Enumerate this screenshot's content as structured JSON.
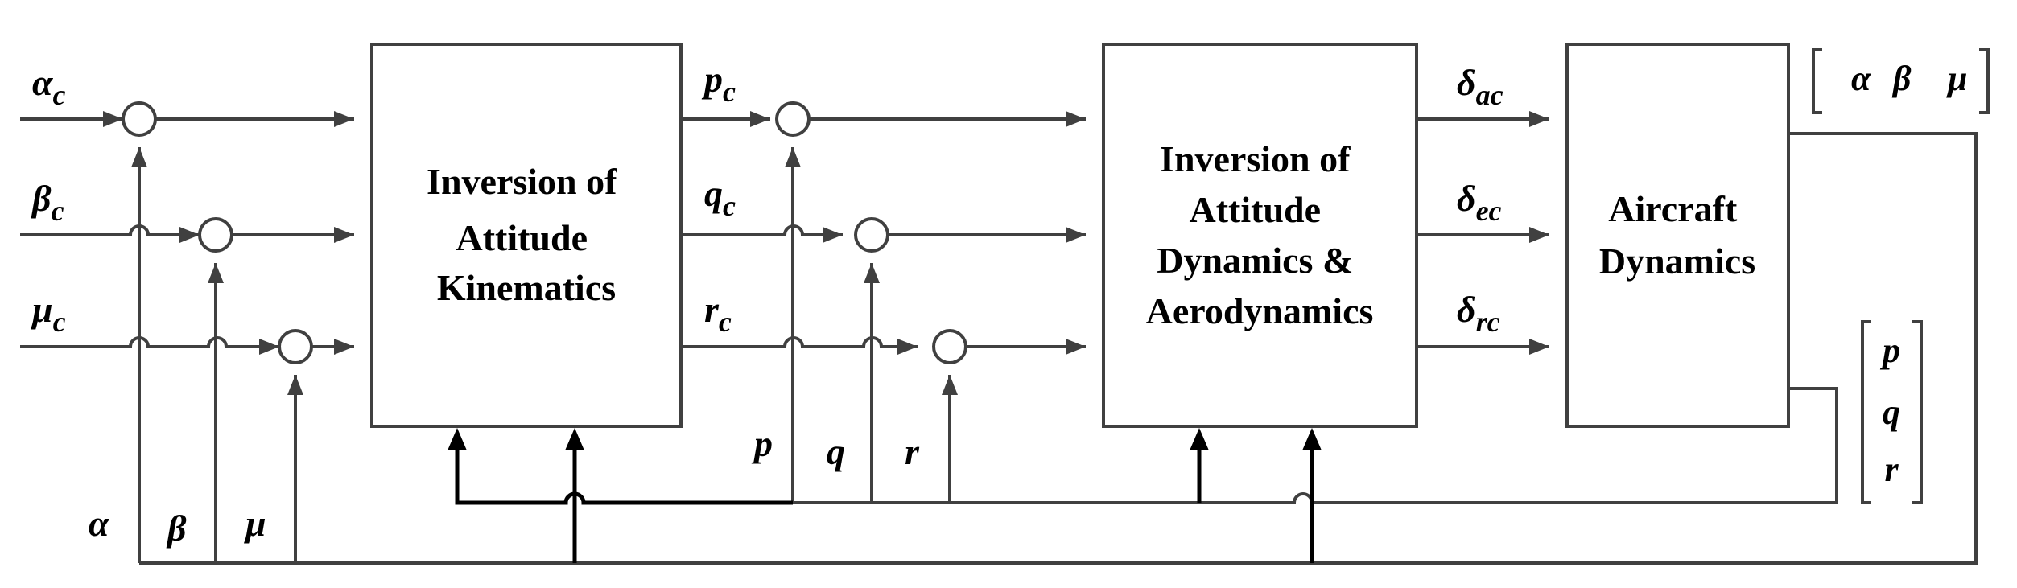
{
  "blocks": {
    "kinematics": [
      "Inversion of",
      "Attitude",
      "Kinematics"
    ],
    "dynamics": [
      "Inversion of",
      "Attitude",
      "Dynamics &",
      "Aerodynamics"
    ],
    "aircraft": [
      "Aircraft",
      "Dynamics"
    ]
  },
  "inputs": {
    "alpha_c": {
      "main": "α",
      "sub": "c"
    },
    "beta_c": {
      "main": "β",
      "sub": "c"
    },
    "mu_c": {
      "main": "μ",
      "sub": "c"
    }
  },
  "rate_commands": {
    "p_c": {
      "main": "p",
      "sub": "c"
    },
    "q_c": {
      "main": "q",
      "sub": "c"
    },
    "r_c": {
      "main": "r",
      "sub": "c"
    }
  },
  "surface_commands": {
    "delta_ac": {
      "main": "δ",
      "sub": "ac"
    },
    "delta_ec": {
      "main": "δ",
      "sub": "ec"
    },
    "delta_rc": {
      "main": "δ",
      "sub": "rc"
    }
  },
  "feedback_labels": {
    "p": "p",
    "q": "q",
    "r": "r",
    "alpha": "α",
    "beta": "β",
    "mu": "μ"
  },
  "outputs": {
    "attitude_vector": [
      "α",
      "β",
      "μ"
    ],
    "rate_vector": [
      "p",
      "q",
      "r"
    ]
  },
  "colors": {
    "line": "#404040",
    "bold_line": "#000000",
    "text": "#000000",
    "background": "#ffffff"
  }
}
